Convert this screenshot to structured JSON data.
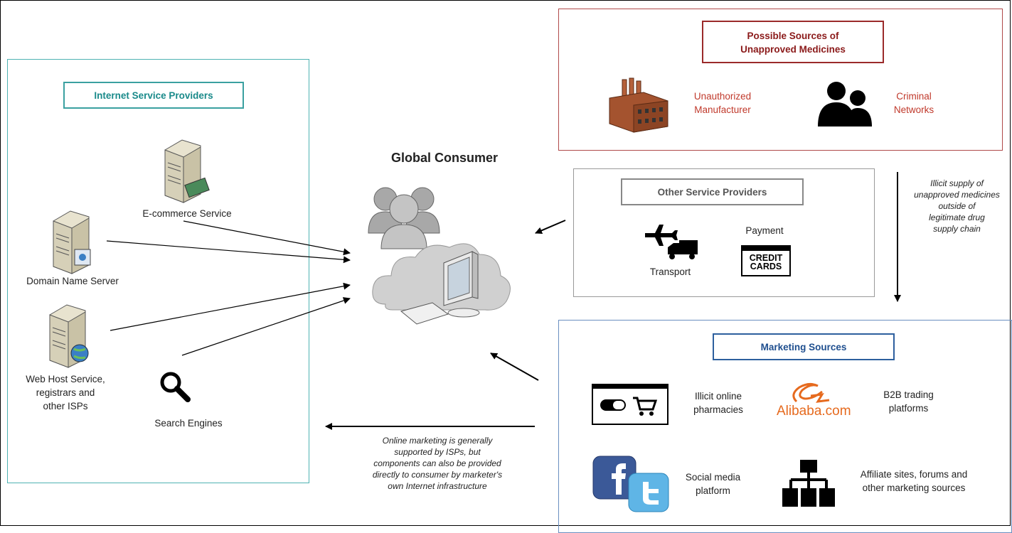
{
  "isp": {
    "title": "Internet Service Providers",
    "ecommerce": "E-commerce Service",
    "dns": "Domain Name Server",
    "webhost": "Web Host Service,\nregistrars and\nother ISPs",
    "search": "Search Engines"
  },
  "consumer": {
    "title": "Global Consumer"
  },
  "sources": {
    "title": "Possible Sources of\nUnapproved Medicines",
    "manufacturer": "Unauthorized\nManufacturer",
    "criminal": "Criminal\nNetworks"
  },
  "other": {
    "title": "Other Service Providers",
    "transport": "Transport",
    "payment": "Payment",
    "credit_card_text": "CREDIT\nCARDS"
  },
  "supply_note": "Illicit supply of\nunapproved medicines\noutside of\nlegitimate drug\nsupply chain",
  "marketing": {
    "title": "Marketing Sources",
    "pharmacies": "Illicit online\npharmacies",
    "b2b": "B2B trading\nplatforms",
    "alibaba_logo": "Alibaba.com",
    "social": "Social media\nplatform",
    "affiliate": "Affiliate sites, forums and\nother marketing sources"
  },
  "marketing_note": "Online marketing is generally\nsupported by ISPs, but\ncomponents can also be provided\ndirectly to consumer by marketer's\nown Internet infrastructure",
  "colors": {
    "isp_teal": "#3aa0a0",
    "sources_red": "#9b2a2a",
    "marketing_blue": "#2d5f9e",
    "label_red": "#c0392b"
  },
  "icons": [
    "server-icon",
    "globe-icon",
    "search-icon",
    "users-icon",
    "cloud-icon",
    "computer-icon",
    "factory-icon",
    "criminals-icon",
    "airplane-icon",
    "truck-icon",
    "credit-card-icon",
    "pill-cart-icon",
    "alibaba-logo",
    "facebook-icon",
    "twitter-icon",
    "network-icon"
  ]
}
